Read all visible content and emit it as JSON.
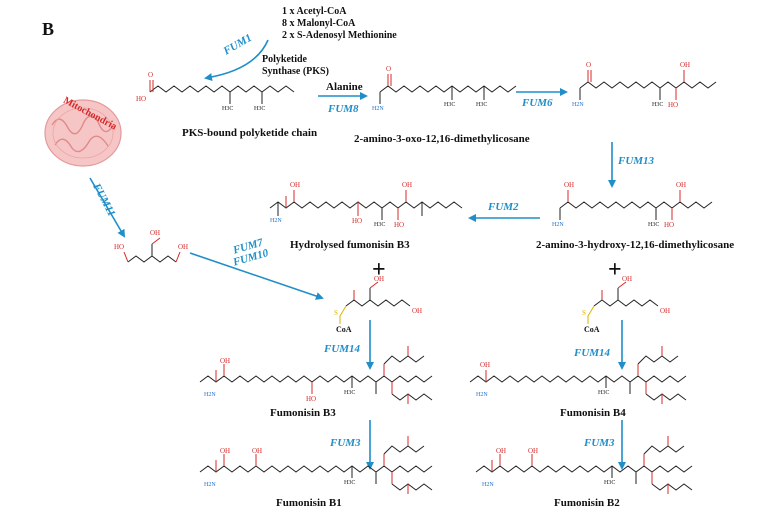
{
  "panel_label": "B",
  "reactants": [
    "1 x Acetyl-CoA",
    "8 x Malonyl-CoA",
    "2 x S-Adenosyl Methionine"
  ],
  "pks_label": [
    "Polyketide",
    "Synthase (PKS)"
  ],
  "mitochondria_label": "Mitochondria",
  "alanine_label": "Alanine",
  "compounds": {
    "pks_chain": "PKS-bound polyketide chain",
    "oxo": "2-amino-3-oxo-12,16-dimethylicosane",
    "hydroxy": "2-amino-3-hydroxy-12,16-dimethylicosane",
    "hydrolysed_b3": "Hydrolysed fumonisin B3",
    "fb3": "Fumonisin B3",
    "fb4": "Fumonisin B4",
    "fb1": "Fumonisin B1",
    "fb2": "Fumonisin B2"
  },
  "enzymes": {
    "fum1": "FUM1",
    "fum8": "FUM8",
    "fum6": "FUM6",
    "fum13": "FUM13",
    "fum2": "FUM2",
    "fum11": "FUM11",
    "fum7": "FUM7",
    "fum10": "FUM10",
    "fum14_left": "FUM14",
    "fum14_right": "FUM14",
    "fum3_left": "FUM3",
    "fum3_right": "FUM3"
  },
  "plus_sign": "+",
  "coa_label": "CoA",
  "atom_labels": {
    "oh": "OH",
    "o": "O",
    "ho": "HO",
    "h2n": "H2N",
    "h3c": "H3C",
    "s": "S"
  },
  "colors": {
    "arrow": "#1f8ec9",
    "oxygen": "#d62828",
    "nitrogen": "#1f6fc9",
    "sulfur": "#d8b400",
    "mitochondria": "#f2b8b8"
  }
}
